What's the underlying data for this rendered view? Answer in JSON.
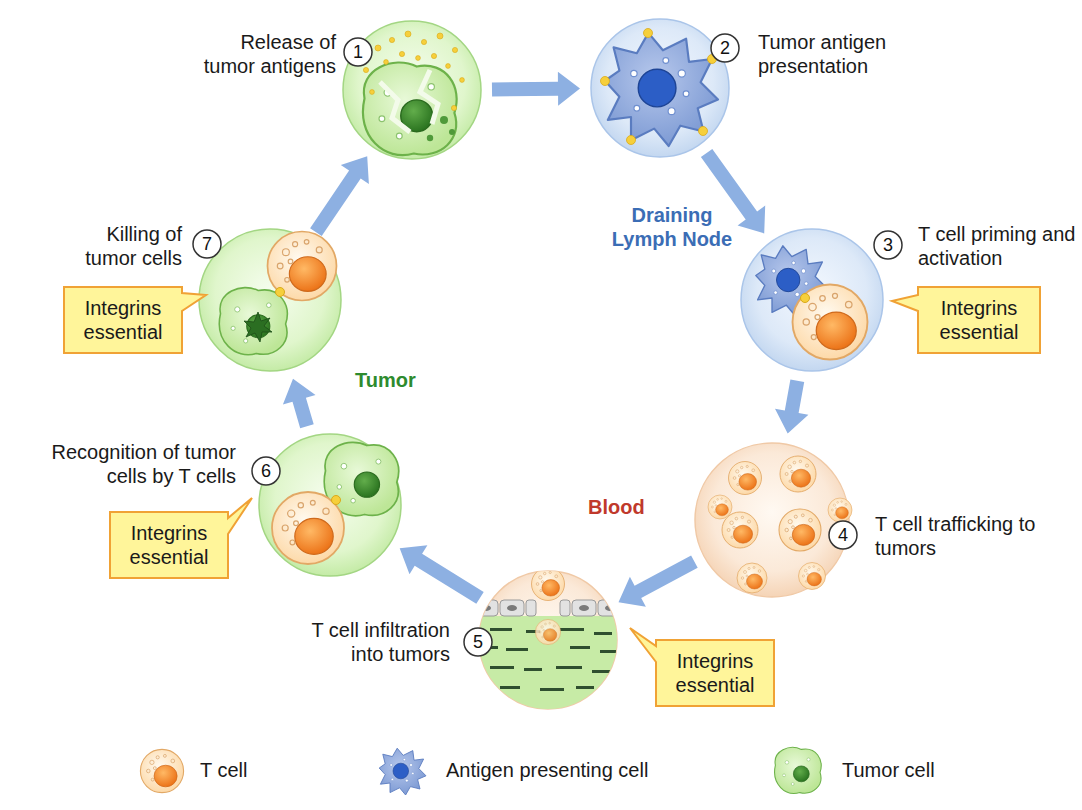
{
  "diagram": {
    "nodes": [
      {
        "text": [
          "Release of tumor antigens"
        ]
      },
      {
        "text": [
          "Tumor antigen presentation"
        ]
      },
      {
        "text": [
          "T cell priming and activation"
        ]
      },
      {
        "text": [
          "Integrins essential"
        ]
      },
      {
        "text": [
          "T cell trafficking to tumors"
        ]
      },
      {
        "text": [
          "T cell infiltration into tumors"
        ]
      },
      {
        "text": [
          "Integrins essential"
        ]
      },
      {
        "text": [
          "Recognition of tumor cells by T cells"
        ]
      },
      {
        "text": [
          "Integrins essential"
        ]
      },
      {
        "text": [
          "Killing of tumor cells"
        ]
      },
      {
        "text": [
          "Integrins essential"
        ]
      }
    ],
    "edges": [
      {
        "from": 0,
        "to": 1,
        "arrow": "to"
      },
      {
        "from": 1,
        "to": 2,
        "arrow": "to"
      },
      {
        "from": 2,
        "to": 4,
        "arrow": "to"
      },
      {
        "from": 4,
        "to": 5,
        "arrow": "to"
      },
      {
        "from": 5,
        "to": 7,
        "arrow": "to"
      },
      {
        "from": 7,
        "to": 9,
        "arrow": "to"
      },
      {
        "from": 9,
        "to": 0,
        "arrow": "to"
      }
    ],
    "labels": [
      "1",
      "2",
      "3",
      "4",
      "5",
      "6",
      "7",
      "Draining Lymph Node",
      "Blood",
      "Tumor"
    ],
    "legend": [
      {
        "text": "T cell"
      },
      {
        "text": "Antigen presenting cell"
      },
      {
        "text": "Tumor cell"
      }
    ]
  }
}
